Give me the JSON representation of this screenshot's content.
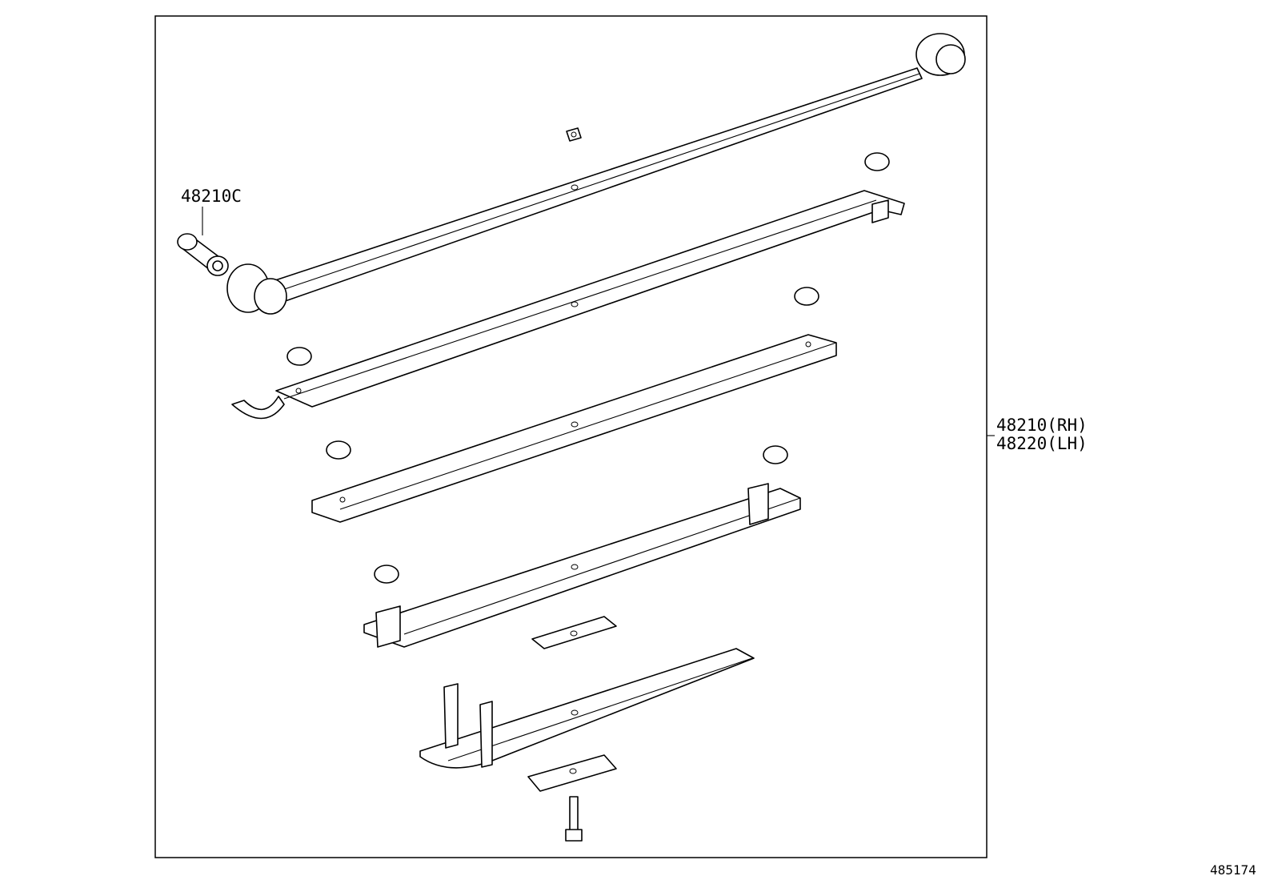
{
  "labels": {
    "bushing": "48210C",
    "spring_rh": "48210(RH)",
    "spring_lh": "48220(LH)",
    "figure_number": "485174"
  },
  "colors": {
    "line": "#000000",
    "background": "#ffffff"
  }
}
